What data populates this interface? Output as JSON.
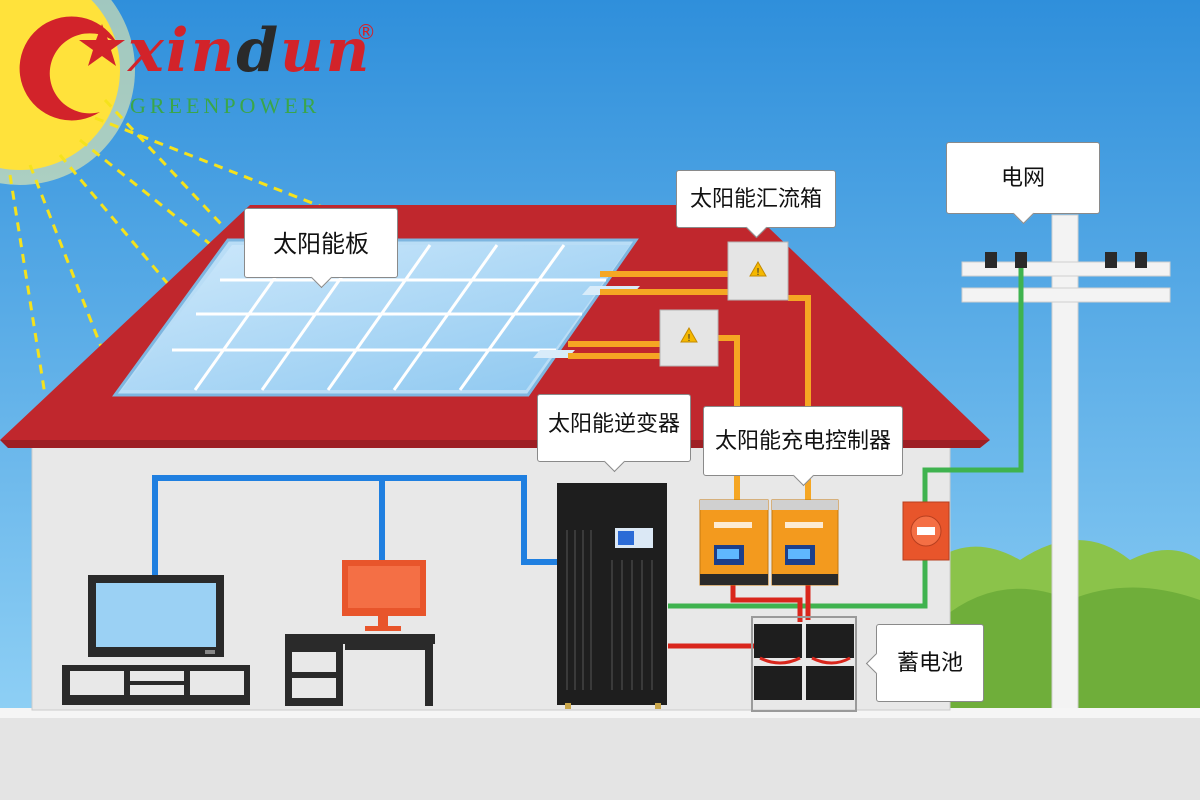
{
  "logo": {
    "brand_prefix": "xin",
    "brand_highlight": "d",
    "brand_suffix": "un",
    "registered": "®",
    "tagline": "GREENPOWER"
  },
  "labels": {
    "solar_panel": "太阳能板",
    "combiner_box": "太阳能汇流箱",
    "inverter": "太阳能逆变器",
    "charge_controller": "太阳能充电控制器",
    "battery": "蓄电池",
    "grid": "电网"
  },
  "colors": {
    "sky": "#3f9fe0",
    "roof": "#c0272d",
    "wall": "#e6e6e6",
    "dc_wire": "#f5a623",
    "ac_wire_house": "#1f7fe0",
    "grid_wire": "#3fb34f",
    "battery_wire": "#d9261c",
    "controller": "#f39a1e",
    "inverter": "#1e1e1e",
    "brand_red": "#d2232a",
    "brand_green": "#3aa64a"
  },
  "icons": [
    "sun-icon",
    "star-icon",
    "warning-icon",
    "tv-icon",
    "monitor-icon"
  ]
}
